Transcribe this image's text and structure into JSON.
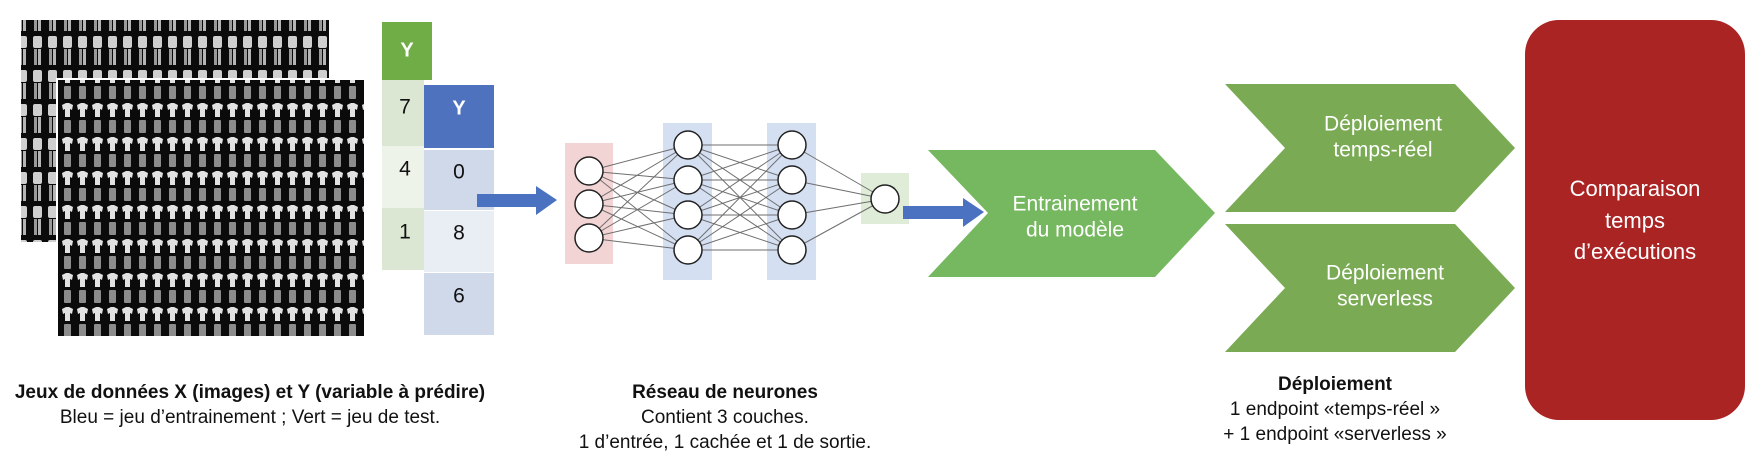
{
  "dataset": {
    "green_table": {
      "header": "Y",
      "rows": [
        "7",
        "4",
        "1"
      ]
    },
    "blue_table": {
      "header": "Y",
      "rows": [
        "0",
        "8",
        "6"
      ]
    },
    "caption_title": "Jeux de données X (images) et Y (variable à prédire)",
    "caption_subtitle": "Bleu = jeu d’entrainement ; Vert = jeu de test."
  },
  "network": {
    "caption_title": "Réseau de neurones",
    "caption_line1": "Contient 3 couches.",
    "caption_line2": "1 d’entrée, 1 cachée et 1 de sortie."
  },
  "training": {
    "line1": "Entrainement",
    "line2": "du modèle"
  },
  "deployment": {
    "realtime": {
      "line1": "Déploiement",
      "line2": "temps-réel"
    },
    "serverless": {
      "line1": "Déploiement",
      "line2": "serverless"
    },
    "caption_title": "Déploiement",
    "caption_line1": "1 endpoint «temps-réel »",
    "caption_line2": "+ 1 endpoint «serverless »"
  },
  "comparison": {
    "line1": "Comparaison",
    "line2": "temps",
    "line3": "d’exécutions"
  },
  "colors": {
    "green_chevron": "#76b860",
    "dark_green_chevron": "#7aab54",
    "red_box": "#aa2424",
    "blue_arrow": "#4a72c0",
    "blue_header": "#4f72be",
    "green_header": "#70ad47",
    "blue_cell": "#d0d9ea",
    "green_cell": "#dbe6d3"
  }
}
